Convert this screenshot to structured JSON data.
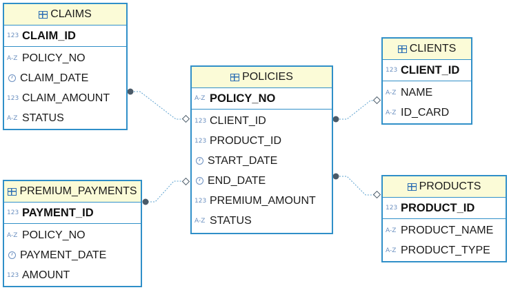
{
  "tables": {
    "claims": {
      "name": "CLAIMS",
      "primary_key": {
        "type": "123",
        "name": "CLAIM_ID"
      },
      "columns": [
        {
          "type": "A-Z",
          "name": "POLICY_NO"
        },
        {
          "type": "date",
          "name": "CLAIM_DATE"
        },
        {
          "type": "123",
          "name": "CLAIM_AMOUNT"
        },
        {
          "type": "A-Z",
          "name": "STATUS"
        }
      ]
    },
    "policies": {
      "name": "POLICIES",
      "primary_key": {
        "type": "A-Z",
        "name": "POLICY_NO"
      },
      "columns": [
        {
          "type": "123",
          "name": "CLIENT_ID"
        },
        {
          "type": "123",
          "name": "PRODUCT_ID"
        },
        {
          "type": "date",
          "name": "START_DATE"
        },
        {
          "type": "date",
          "name": "END_DATE"
        },
        {
          "type": "123",
          "name": "PREMIUM_AMOUNT"
        },
        {
          "type": "A-Z",
          "name": "STATUS"
        }
      ]
    },
    "clients": {
      "name": "CLIENTS",
      "primary_key": {
        "type": "123",
        "name": "CLIENT_ID"
      },
      "columns": [
        {
          "type": "A-Z",
          "name": "NAME"
        },
        {
          "type": "A-Z",
          "name": "ID_CARD"
        }
      ]
    },
    "premium_payments": {
      "name": "PREMIUM_PAYMENTS",
      "primary_key": {
        "type": "123",
        "name": "PAYMENT_ID"
      },
      "columns": [
        {
          "type": "A-Z",
          "name": "POLICY_NO"
        },
        {
          "type": "date",
          "name": "PAYMENT_DATE"
        },
        {
          "type": "123",
          "name": "AMOUNT"
        }
      ]
    },
    "products": {
      "name": "PRODUCTS",
      "primary_key": {
        "type": "123",
        "name": "PRODUCT_ID"
      },
      "columns": [
        {
          "type": "A-Z",
          "name": "PRODUCT_NAME"
        },
        {
          "type": "A-Z",
          "name": "PRODUCT_TYPE"
        }
      ]
    }
  },
  "relationships": [
    {
      "from": "claims",
      "to": "policies"
    },
    {
      "from": "premium_payments",
      "to": "policies"
    },
    {
      "from": "policies",
      "to": "clients"
    },
    {
      "from": "policies",
      "to": "products"
    }
  ],
  "colors": {
    "border": "#2f8fc8",
    "header_bg": "#fbfbd7",
    "link": "#5aa0cf",
    "endpoint": "#4a5a68"
  }
}
